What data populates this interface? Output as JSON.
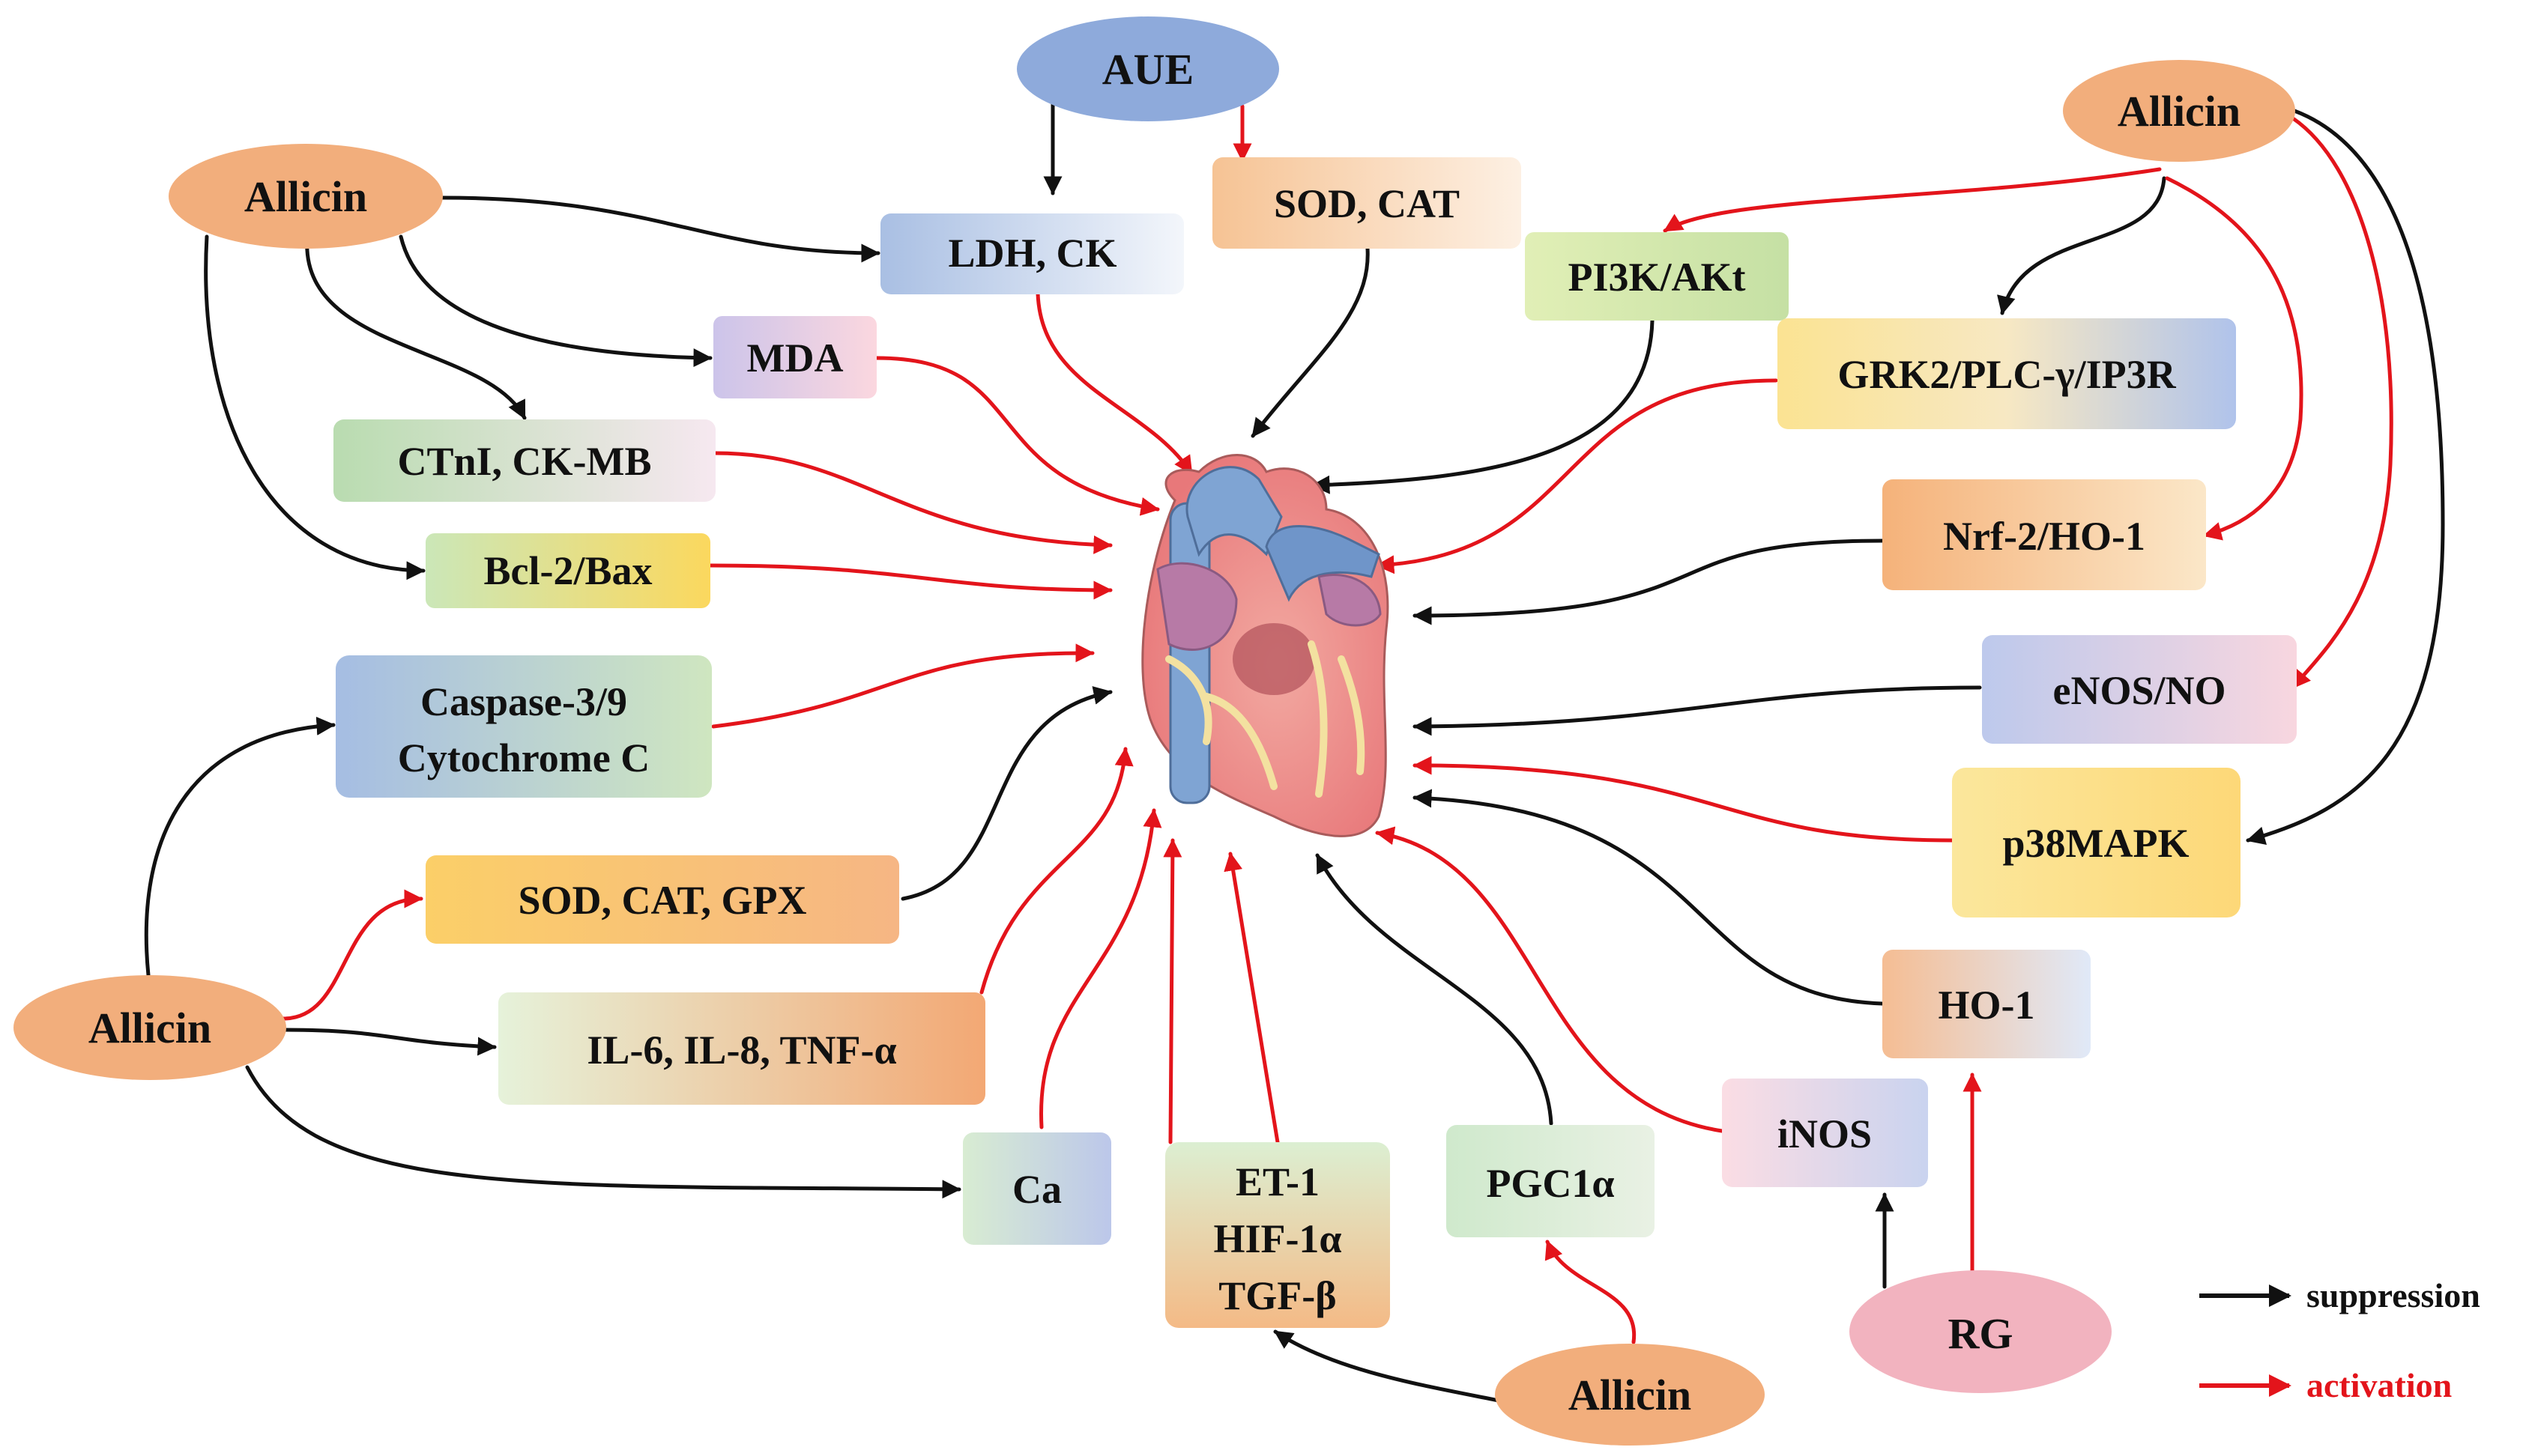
{
  "colors": {
    "suppression": "#111111",
    "activation": "#e3141b",
    "ellipse_peach": "#f2ae7c",
    "ellipse_blue": "#8eaadb",
    "ellipse_pink": "#f2b3bf"
  },
  "sources": {
    "aue": "AUE",
    "allicin_top_left": "Allicin",
    "allicin_top_right": "Allicin",
    "allicin_mid_left": "Allicin",
    "allicin_bottom": "Allicin",
    "rg": "RG"
  },
  "targets": {
    "ldh_ck": "LDH, CK",
    "sod_cat_top": "SOD, CAT",
    "pi3k_akt": "PI3K/AKt",
    "mda": "MDA",
    "grk2": "GRK2/PLC-γ/IP3R",
    "ctni": "CTnI, CK-MB",
    "bcl2": "Bcl-2/Bax",
    "nrf2": "Nrf-2/HO-1",
    "caspase_line1": "Caspase-3/9",
    "caspase_line2": "Cytochrome C",
    "enos": "eNOS/NO",
    "p38": "p38MAPK",
    "sod_cat_gpx": "SOD, CAT, GPX",
    "il": "IL-6, IL-8, TNF-α",
    "ho1": "HO-1",
    "inos": "iNOS",
    "ca": "Ca",
    "et_line1": "ET-1",
    "et_line2": "HIF-1α",
    "et_line3": "TGF-β",
    "pgc": "PGC1α"
  },
  "legend": {
    "suppression": "suppression",
    "activation": "activation"
  }
}
